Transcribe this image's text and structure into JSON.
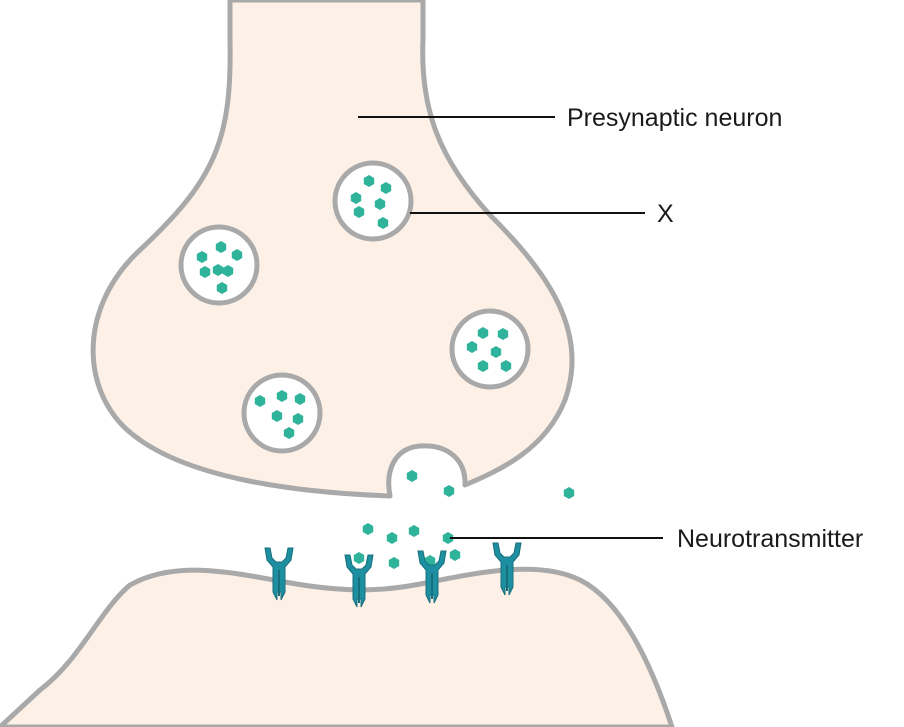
{
  "diagram": {
    "labels": {
      "presynaptic": "Presynaptic neuron",
      "vesicle": "X",
      "neurotransmitter": "Neurotransmitter"
    },
    "parts": {
      "vesicles": 4,
      "receptors": 4,
      "exocytosis_pocket": 1
    },
    "colors": {
      "cell_fill": "#fdf1e7",
      "membrane": "#a9a9a9",
      "neurotransmitter": "#2fb39b",
      "receptor": "#1e8fa0",
      "line": "#111111"
    }
  }
}
